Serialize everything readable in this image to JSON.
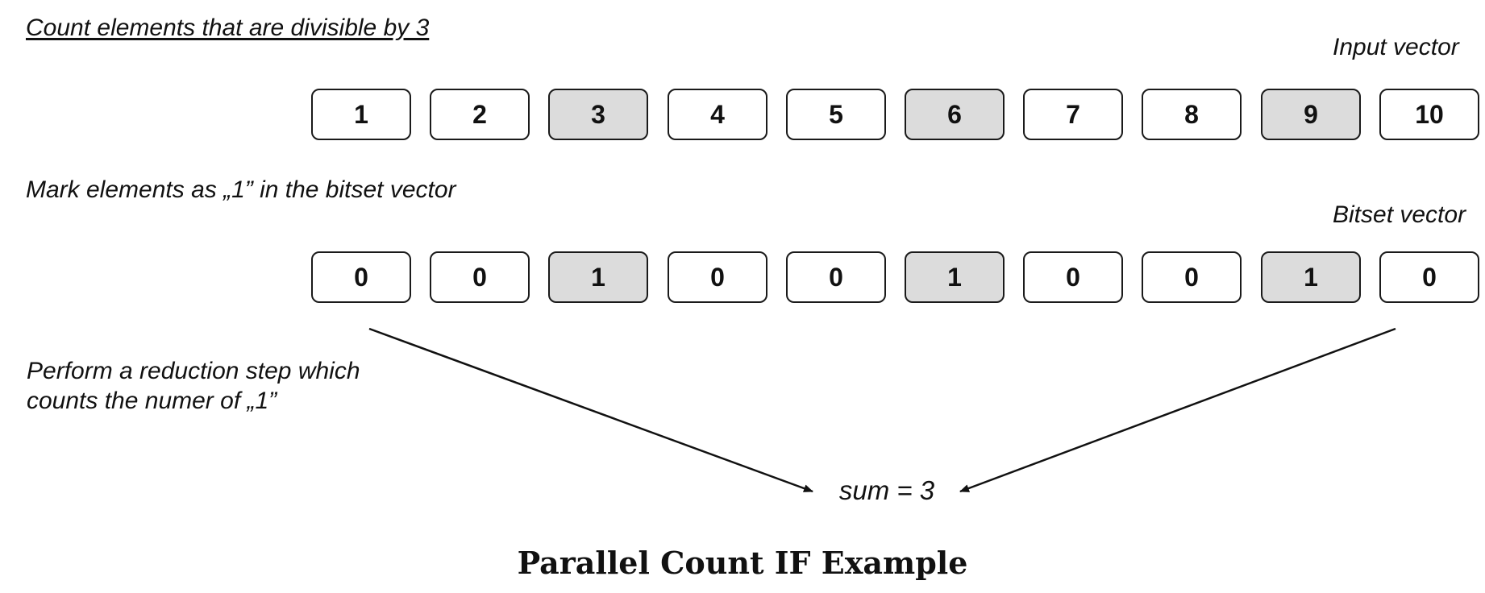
{
  "steps": {
    "step1": "Count elements that are divisible by 3",
    "step2": "Mark elements as „1” in the bitset vector",
    "step3_line1": "Perform a reduction step which",
    "step3_line2": "counts the numer of „1”"
  },
  "input_vector": {
    "label": "Input vector",
    "cells": [
      {
        "value": "1",
        "marked": false
      },
      {
        "value": "2",
        "marked": false
      },
      {
        "value": "3",
        "marked": true
      },
      {
        "value": "4",
        "marked": false
      },
      {
        "value": "5",
        "marked": false
      },
      {
        "value": "6",
        "marked": true
      },
      {
        "value": "7",
        "marked": false
      },
      {
        "value": "8",
        "marked": false
      },
      {
        "value": "9",
        "marked": true
      },
      {
        "value": "10",
        "marked": false
      }
    ]
  },
  "bitset_vector": {
    "label": "Bitset vector",
    "cells": [
      {
        "value": "0",
        "marked": false
      },
      {
        "value": "0",
        "marked": false
      },
      {
        "value": "1",
        "marked": true
      },
      {
        "value": "0",
        "marked": false
      },
      {
        "value": "0",
        "marked": false
      },
      {
        "value": "1",
        "marked": true
      },
      {
        "value": "0",
        "marked": false
      },
      {
        "value": "0",
        "marked": false
      },
      {
        "value": "1",
        "marked": true
      },
      {
        "value": "0",
        "marked": false
      }
    ]
  },
  "result": {
    "text": "sum = 3"
  },
  "caption": "Parallel Count IF Example",
  "colors": {
    "marked_fill": "#dcdcdc",
    "cell_border": "#1a1a1a",
    "text": "#111111"
  }
}
